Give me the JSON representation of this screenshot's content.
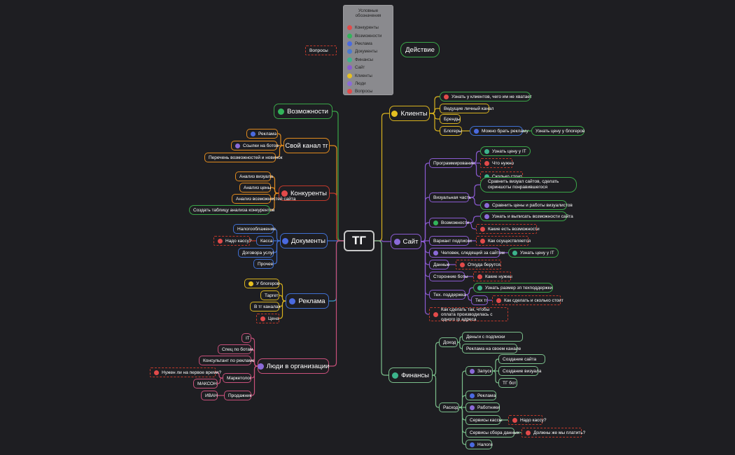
{
  "legend": {
    "title": "Условные обозначения",
    "items": [
      {
        "label": "Конкуренты",
        "color": "#e24a4a"
      },
      {
        "label": "Возможности",
        "color": "#32b45a"
      },
      {
        "label": "Реклама",
        "color": "#4a6ae0"
      },
      {
        "label": "Документы",
        "color": "#4a7ad0"
      },
      {
        "label": "Финансы",
        "color": "#3cb48c"
      },
      {
        "label": "Сайт",
        "color": "#8a5ad0"
      },
      {
        "label": "Клиенты",
        "color": "#e6c020"
      },
      {
        "label": "Люди",
        "color": "#8a6ad8"
      },
      {
        "label": "Вопросы",
        "color": "#e24a4a"
      }
    ]
  },
  "nodes": [
    {
      "id": "root",
      "text": "ТГ"
    },
    {
      "id": "voprosy_top",
      "text": "Вопросы"
    },
    {
      "id": "deistvie",
      "text": "Действие"
    },
    {
      "id": "vozm",
      "text": "Возможности"
    },
    {
      "id": "svoi",
      "text": "Свой канал тг"
    },
    {
      "id": "s_rekl",
      "text": "Реклама"
    },
    {
      "id": "s_ssyl",
      "text": "Ссылки на ботов"
    },
    {
      "id": "s_perech",
      "text": "Перечень возможностей и новинок"
    },
    {
      "id": "konk",
      "text": "Конкуренты"
    },
    {
      "id": "k1",
      "text": "Анализ визуала"
    },
    {
      "id": "k2",
      "text": "Анализ цены"
    },
    {
      "id": "k3",
      "text": "Анализ возможностей сайта"
    },
    {
      "id": "k4",
      "text": "Создать таблицу анализа конкурентов"
    },
    {
      "id": "doc",
      "text": "Документы"
    },
    {
      "id": "d1",
      "text": "Налогооблажение"
    },
    {
      "id": "d2",
      "text": "Касса"
    },
    {
      "id": "d2q",
      "text": "Надо кассу?"
    },
    {
      "id": "d3",
      "text": "Договора услуг"
    },
    {
      "id": "d4",
      "text": "Прочее"
    },
    {
      "id": "rekl",
      "text": "Реклама"
    },
    {
      "id": "r1",
      "text": "У блогеров"
    },
    {
      "id": "r2",
      "text": "Таргет"
    },
    {
      "id": "r3",
      "text": "В тг каналах"
    },
    {
      "id": "r4",
      "text": "Цена"
    },
    {
      "id": "ludi",
      "text": "Люди в организации"
    },
    {
      "id": "l1",
      "text": "IT"
    },
    {
      "id": "l2",
      "text": "Спец по ботам"
    },
    {
      "id": "l3",
      "text": "Консультант по рекламе"
    },
    {
      "id": "l4",
      "text": "Маркетолог"
    },
    {
      "id": "l4q",
      "text": "Нужен ли на первое время?"
    },
    {
      "id": "l4a",
      "text": "МАКСОН"
    },
    {
      "id": "l5",
      "text": "Продажник"
    },
    {
      "id": "l5a",
      "text": "ИВАН"
    },
    {
      "id": "klient",
      "text": "Клиенты"
    },
    {
      "id": "c1",
      "text": "Узнать у клиентов, чего им не хватает"
    },
    {
      "id": "c2",
      "text": "Ведущие личный канал"
    },
    {
      "id": "c3",
      "text": "Бренды"
    },
    {
      "id": "c4",
      "text": "Блогеры"
    },
    {
      "id": "c4a",
      "text": "Можно брать рекламу"
    },
    {
      "id": "c4b",
      "text": "Узнать цену у блогеров"
    },
    {
      "id": "sait",
      "text": "Сайт"
    },
    {
      "id": "p1",
      "text": "Программирование"
    },
    {
      "id": "p1a",
      "text": "Узнать цену у IT"
    },
    {
      "id": "p1b",
      "text": "Что нужно"
    },
    {
      "id": "p1c",
      "text": "Сколько стоит"
    },
    {
      "id": "p2",
      "text": "Визуальная часть"
    },
    {
      "id": "p2a",
      "text": "Сравнить визуал сайтов, сделать скриншоты понравившегося"
    },
    {
      "id": "p2b",
      "text": "Сравнить цены и работы визуалистов"
    },
    {
      "id": "p3",
      "text": "Возможности"
    },
    {
      "id": "p3a",
      "text": "Узнать и выписать возможности сайта"
    },
    {
      "id": "p3b",
      "text": "Какие есть возможности"
    },
    {
      "id": "p4",
      "text": "Вариант подписки"
    },
    {
      "id": "p4a",
      "text": "Как осуществляется"
    },
    {
      "id": "p5",
      "text": "Человек, следящий за сайтом"
    },
    {
      "id": "p5a",
      "text": "Узнать цену у IT"
    },
    {
      "id": "p6",
      "text": "Данные"
    },
    {
      "id": "p6a",
      "text": "Откуда берутся"
    },
    {
      "id": "p7",
      "text": "Сторонние боты"
    },
    {
      "id": "p7a",
      "text": "Какие нужны"
    },
    {
      "id": "p8",
      "text": "Тех. поддержка"
    },
    {
      "id": "p8a",
      "text": "Узнать размер зп техподдержки"
    },
    {
      "id": "p8b",
      "text": "Тех тг"
    },
    {
      "id": "p8c",
      "text": "Как сделать и сколько стоит"
    },
    {
      "id": "p9",
      "text": "Как сделать так, чтобы оплата производилась с одного ip адреса"
    },
    {
      "id": "fin",
      "text": "Финансы"
    },
    {
      "id": "f1",
      "text": "Доход"
    },
    {
      "id": "f1a",
      "text": "Деньги с подписки"
    },
    {
      "id": "f1b",
      "text": "Реклама на своем канале"
    },
    {
      "id": "f2",
      "text": "Расход"
    },
    {
      "id": "f2a",
      "text": "Запуск"
    },
    {
      "id": "f2a1",
      "text": "Создание сайта"
    },
    {
      "id": "f2a2",
      "text": "Создание визуала"
    },
    {
      "id": "f2a3",
      "text": "ТГ бот"
    },
    {
      "id": "f2b",
      "text": "Реклама"
    },
    {
      "id": "f2c",
      "text": "Работники"
    },
    {
      "id": "f2d",
      "text": "Сервисы кассы"
    },
    {
      "id": "f2dq",
      "text": "Надо кассу?"
    },
    {
      "id": "f2e",
      "text": "Сервисы сбора данных"
    },
    {
      "id": "f2eq",
      "text": "Должны же мы платить?"
    },
    {
      "id": "f2f",
      "text": "Налоги"
    }
  ]
}
